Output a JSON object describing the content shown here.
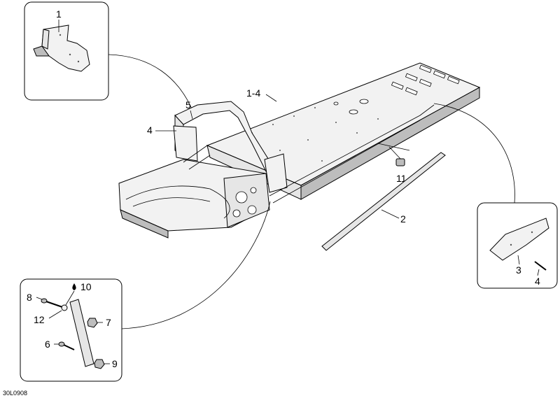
{
  "callouts": {
    "inset_top_left_1": "1",
    "main_1_4": "1-4",
    "main_5": "5",
    "main_4": "4",
    "main_11": "11",
    "main_2": "2",
    "inset_right_3": "3",
    "inset_right_4": "4",
    "inset_bottom_10": "10",
    "inset_bottom_8": "8",
    "inset_bottom_12": "12",
    "inset_bottom_7": "7",
    "inset_bottom_6": "6",
    "inset_bottom_9": "9"
  },
  "reference_code": "30L0908",
  "colors": {
    "line": "#000000",
    "part_fill": "#f2f2f2",
    "part_shade": "#bdbdbd",
    "background": "#ffffff"
  }
}
